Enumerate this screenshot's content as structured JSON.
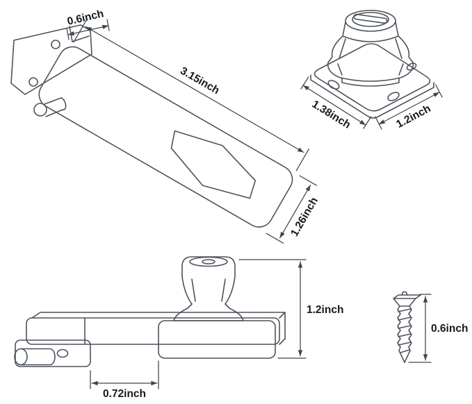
{
  "canvas": {
    "width": "679",
    "height": "582",
    "background": "#ffffff"
  },
  "style": {
    "line_color": "#4c525a",
    "dimension_color": "#3f454c",
    "text_color": "#15181c"
  },
  "figures": {
    "hasp_plate": {
      "dimensions": {
        "hinge_width": "0.6inch",
        "length": "3.15inch",
        "strap_width": "1.26inch"
      }
    },
    "lock_body": {
      "dimensions": {
        "base_width": "1.38inch",
        "base_depth": "1.2inch"
      }
    },
    "assembled_side_view": {
      "dimensions": {
        "height": "1.2inch",
        "hinge_plate_length": "0.72inch"
      }
    },
    "screw": {
      "dimensions": {
        "length": "0.6inch"
      }
    }
  }
}
